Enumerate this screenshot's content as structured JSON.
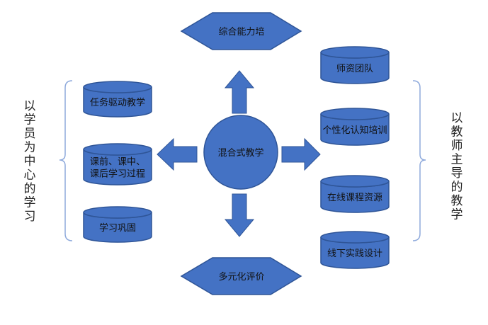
{
  "colors": {
    "fill": "#4472c4",
    "stroke": "#2f5597",
    "bracket": "#8faadc",
    "text": "#111111"
  },
  "center": {
    "label": "混合式教学"
  },
  "top_goal": {
    "label": "综合能力培"
  },
  "bottom_goal": {
    "label": "多元化评价"
  },
  "left_side": {
    "caption": "以学员为中心的学习",
    "items": [
      {
        "lines": [
          "任务驱动教学"
        ]
      },
      {
        "lines": [
          "课前、课中、",
          "课后学习过程"
        ]
      },
      {
        "lines": [
          "学习巩固"
        ]
      }
    ]
  },
  "right_side": {
    "caption": "以教师主导的教学",
    "items": [
      {
        "lines": [
          "师资团队"
        ]
      },
      {
        "lines": [
          "个性化认知培训"
        ]
      },
      {
        "lines": [
          "在线课程资源"
        ]
      },
      {
        "lines": [
          "线下实践设计"
        ]
      }
    ]
  }
}
